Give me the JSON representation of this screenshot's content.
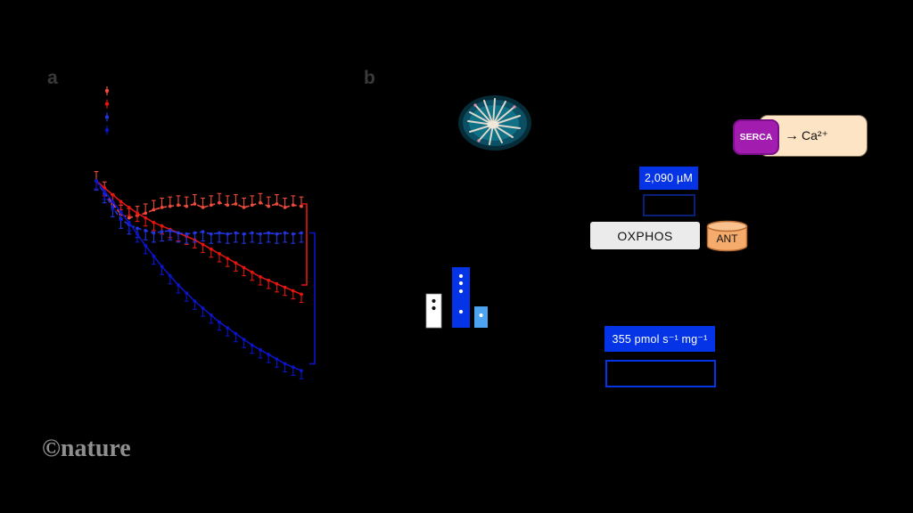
{
  "figure": {
    "panel_a_label": "a",
    "panel_b_label": "b",
    "watermark": "©nature"
  },
  "panel_b": {
    "concentration_badge": "2,090 µM",
    "oxphos_label": "OXPHOS",
    "ant_label": "ANT",
    "serca_label": "SERCA",
    "calcium_label": "Ca²⁺",
    "flux_badge": "355 pmol s⁻¹ mg⁻¹"
  },
  "icons": {
    "arrow_right": "→",
    "anemone_photo": "sea-anemone-photo"
  },
  "colors": {
    "background": "#000000",
    "red_solid": "#e0160f",
    "red_dashed": "#ef4a3c",
    "blue_solid": "#0a14c8",
    "blue_dashed": "#2334dd",
    "badge_blue": "#0533e6",
    "outline_navy": "#0a1f7a",
    "oxphos_gray": "#ebebeb",
    "ant_orange": "#f5ab6b",
    "serca_magenta": "#a21caf",
    "ca_box_cream": "#fce4c4",
    "watermark_gray": "#8f8f8f"
  },
  "chart_data": [
    {
      "type": "line",
      "title": "",
      "xlabel": "",
      "ylabel": "",
      "x": [
        0,
        1,
        2,
        3,
        4,
        5,
        6,
        7,
        8,
        9,
        10,
        11,
        12,
        13,
        14,
        15,
        16,
        17,
        18,
        19,
        20,
        21,
        22,
        23,
        24,
        25
      ],
      "ylim": [
        0,
        110
      ],
      "grid": false,
      "legend_position": "top-left",
      "series": [
        {
          "name": "red-dashed",
          "color": "#ef4a3c",
          "dash": true,
          "err": 4,
          "err_dir": "up",
          "values": [
            100,
            95.5,
            90,
            85.5,
            84,
            85,
            86,
            87.5,
            88.5,
            89,
            89.5,
            89,
            90,
            88.5,
            89.5,
            90.5,
            89.5,
            90,
            88.5,
            89.5,
            90.5,
            89,
            90,
            88.5,
            89.5,
            89
          ]
        },
        {
          "name": "red-solid",
          "color": "#e0160f",
          "dash": false,
          "err": 3.5,
          "err_dir": "down",
          "values": [
            100,
            97,
            94,
            91,
            88.5,
            86,
            84,
            82,
            80.5,
            79,
            77.5,
            76,
            74.5,
            72.5,
            70.5,
            68.5,
            66.5,
            64.5,
            62.5,
            60.5,
            58.5,
            57,
            55.5,
            54,
            52.5,
            51
          ]
        },
        {
          "name": "blue-dashed",
          "color": "#2334dd",
          "dash": true,
          "err": 4,
          "err_dir": "down",
          "values": [
            100,
            94.5,
            88.5,
            83.5,
            81,
            79.5,
            78.5,
            77.5,
            78,
            78.5,
            77.5,
            77,
            77.5,
            78,
            77,
            77.5,
            77,
            77.5,
            77,
            77.5,
            77,
            77.5,
            77,
            77.5,
            77,
            77.5
          ]
        },
        {
          "name": "blue-solid",
          "color": "#0a14c8",
          "dash": false,
          "err": 3.5,
          "err_dir": "down",
          "values": [
            100,
            95.5,
            91,
            86.5,
            82,
            77,
            72,
            67.5,
            63,
            59,
            55,
            51.5,
            48,
            45,
            42,
            39,
            36.5,
            34,
            31.5,
            29,
            27,
            25,
            23,
            21,
            19.5,
            18
          ]
        }
      ],
      "brackets": [
        {
          "color": "#e0160f",
          "x": 286,
          "v1": 90,
          "v2": 55
        },
        {
          "color": "#0a14c8",
          "x": 295,
          "v1": 77.5,
          "v2": 21
        }
      ]
    },
    {
      "type": "bar",
      "title": "",
      "categories": [
        "",
        "",
        ""
      ],
      "ylim": [
        0,
        380
      ],
      "bars": [
        {
          "value": 198,
          "color": "#ffffff",
          "stroke": "#999999",
          "dot_color": "#111111",
          "points": [
            157,
            115
          ]
        },
        {
          "value": 355,
          "color": "#0533e6",
          "stroke": "none",
          "dot_color": "#ffffff",
          "points": [
            303,
            261,
            214,
            94
          ]
        },
        {
          "value": 125,
          "color": "#4da3ef",
          "stroke": "none",
          "dot_color": "#ffffff",
          "points": [
            73
          ]
        }
      ]
    }
  ]
}
